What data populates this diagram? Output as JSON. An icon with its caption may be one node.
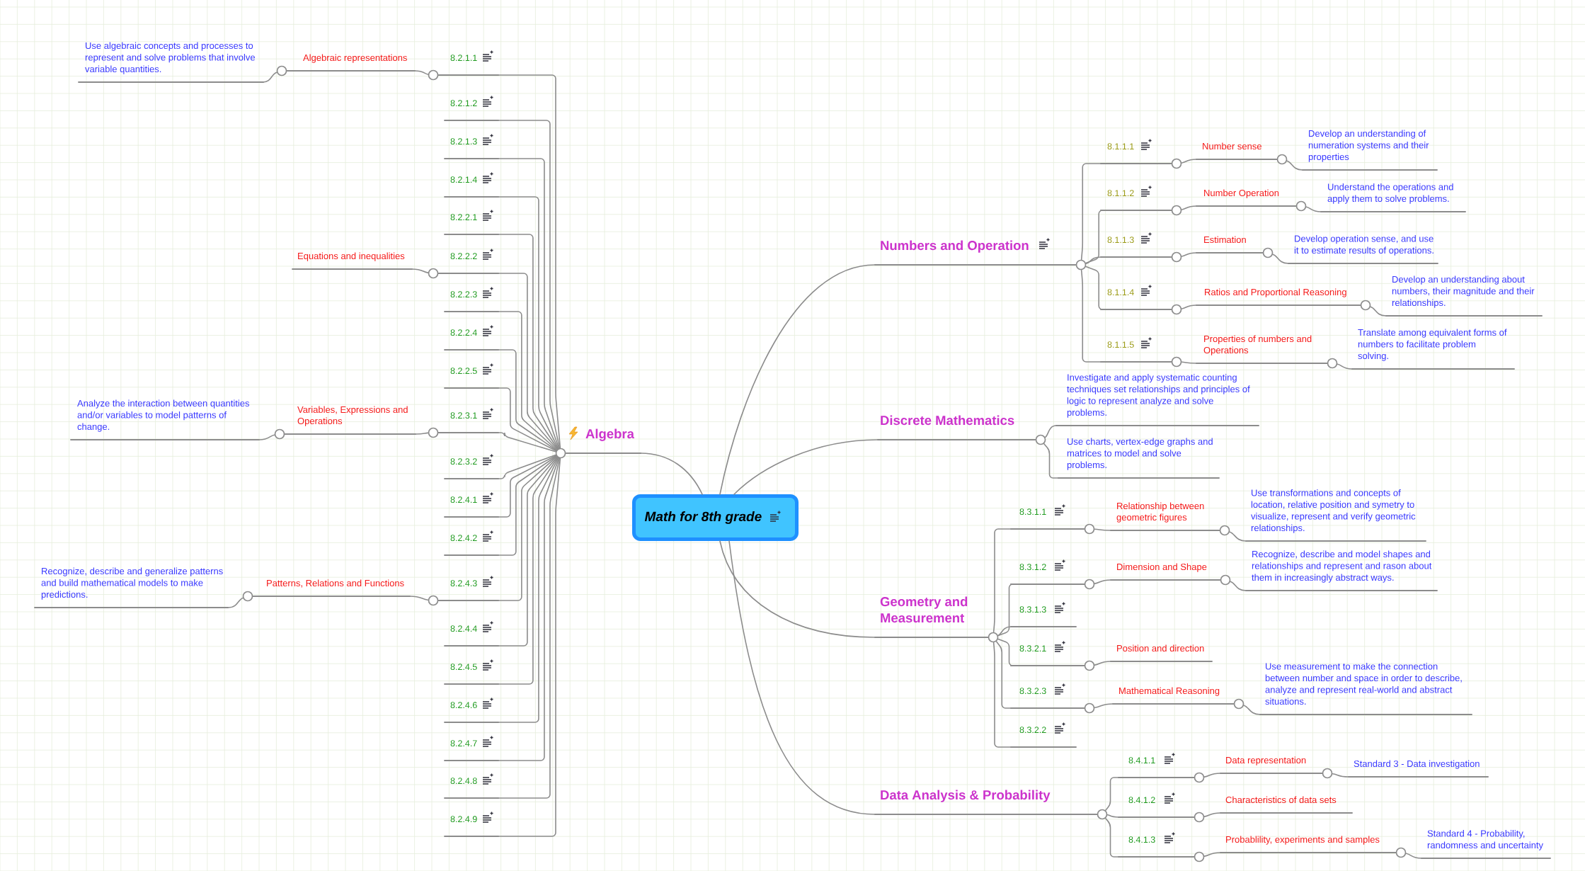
{
  "diagram": {
    "nodes": [
      {
        "text": [
          "Math for 8th grade"
        ]
      },
      {
        "text": [
          "Algebra"
        ]
      },
      {
        "text": [
          "8.2.1.1"
        ]
      },
      {
        "text": [
          "Algebraic representations"
        ]
      },
      {
        "text": [
          "Use algebraic concepts and processes to represent and solve problems that involve variable quantities."
        ]
      },
      {
        "text": [
          "8.2.1.2"
        ]
      },
      {
        "text": [
          "8.2.1.3"
        ]
      },
      {
        "text": [
          "8.2.1.4"
        ]
      },
      {
        "text": [
          "8.2.2.1"
        ]
      },
      {
        "text": [
          "8.2.2.2"
        ]
      },
      {
        "text": [
          "Equations and inequalities"
        ]
      },
      {
        "text": [
          "8.2.2.3"
        ]
      },
      {
        "text": [
          "8.2.2.4"
        ]
      },
      {
        "text": [
          "8.2.2.5"
        ]
      },
      {
        "text": [
          "8.2.3.1"
        ]
      },
      {
        "text": [
          "Variables, Expressions and Operations"
        ]
      },
      {
        "text": [
          "Analyze the interaction between quantities and/or variables to model patterns of change."
        ]
      },
      {
        "text": [
          "8.2.3.2"
        ]
      },
      {
        "text": [
          "8.2.4.1"
        ]
      },
      {
        "text": [
          "8.2.4.2"
        ]
      },
      {
        "text": [
          "8.2.4.3"
        ]
      },
      {
        "text": [
          "Patterns, Relations and Functions"
        ]
      },
      {
        "text": [
          "Recognize, describe and generalize patterns and build mathematical models to make predictions."
        ]
      },
      {
        "text": [
          "8.2.4.4"
        ]
      },
      {
        "text": [
          "8.2.4.5"
        ]
      },
      {
        "text": [
          "8.2.4.6"
        ]
      },
      {
        "text": [
          "8.2.4.7"
        ]
      },
      {
        "text": [
          "8.2.4.8"
        ]
      },
      {
        "text": [
          "8.2.4.9"
        ]
      },
      {
        "text": [
          "Numbers and Operation"
        ]
      },
      {
        "text": [
          "8.1.1.1"
        ]
      },
      {
        "text": [
          "Number sense"
        ]
      },
      {
        "text": [
          "Develop an understanding of numeration systems and their properties"
        ]
      },
      {
        "text": [
          "8.1.1.2"
        ]
      },
      {
        "text": [
          "Number Operation"
        ]
      },
      {
        "text": [
          "Understand the operations and apply them to solve problems."
        ]
      },
      {
        "text": [
          "8.1.1.3"
        ]
      },
      {
        "text": [
          "Estimation"
        ]
      },
      {
        "text": [
          "Develop operation sense, and use it to estimate results of operations."
        ]
      },
      {
        "text": [
          "8.1.1.4"
        ]
      },
      {
        "text": [
          "Ratios and Proportional Reasoning"
        ]
      },
      {
        "text": [
          "Develop an understanding about numbers, their magnitude and their relationships."
        ]
      },
      {
        "text": [
          "8.1.1.5"
        ]
      },
      {
        "text": [
          "Properties of numbers and Operations"
        ]
      },
      {
        "text": [
          "Translate among equivalent forms of numbers to facilitate problem solving."
        ]
      },
      {
        "text": [
          "Discrete Mathematics"
        ]
      },
      {
        "text": [
          "Investigate and apply systematic counting techniques set relationships and principles of logic to represent analyze and solve problems."
        ]
      },
      {
        "text": [
          "Use charts, vertex-edge graphs and matrices to model and solve problems."
        ]
      },
      {
        "text": [
          "Geometry and Measurement"
        ]
      },
      {
        "text": [
          "8.3.1.1"
        ]
      },
      {
        "text": [
          "Relationship between geometric figures"
        ]
      },
      {
        "text": [
          "Use transformations and concepts of location, relative position and symetry to visualize, represent and verify geometric relationships."
        ]
      },
      {
        "text": [
          "8.3.1.2"
        ]
      },
      {
        "text": [
          "Dimension and Shape"
        ]
      },
      {
        "text": [
          "Recognize, describe and model shapes and relationships and represent and rason about them in increasingly abstract ways."
        ]
      },
      {
        "text": [
          "8.3.1.3"
        ]
      },
      {
        "text": [
          "8.3.2.1"
        ]
      },
      {
        "text": [
          "Position and direction"
        ]
      },
      {
        "text": [
          "8.3.2.3"
        ]
      },
      {
        "text": [
          "Mathematical Reasoning"
        ]
      },
      {
        "text": [
          "Use measurement to make the connection between number and space in order to describe, analyze and represent real-world and abstract situations."
        ]
      },
      {
        "text": [
          "8.3.2.2"
        ]
      },
      {
        "text": [
          "Data Analysis & Probability"
        ]
      },
      {
        "text": [
          "8.4.1.1"
        ]
      },
      {
        "text": [
          "Data representation"
        ]
      },
      {
        "text": [
          "Standard 3 - Data investigation"
        ]
      },
      {
        "text": [
          "8.4.1.2"
        ]
      },
      {
        "text": [
          "Characteristics of data sets"
        ]
      },
      {
        "text": [
          "8.4.1.3"
        ]
      },
      {
        "text": [
          "Probablility, experiments and samples"
        ]
      },
      {
        "text": [
          "Standard 4 - Probability, randomness and uncertainty"
        ]
      }
    ],
    "edges": [
      {
        "from": 0,
        "to": 1,
        "arrow": "none"
      },
      {
        "from": 1,
        "to": 2,
        "arrow": "none"
      },
      {
        "from": 2,
        "to": 3,
        "arrow": "none"
      },
      {
        "from": 3,
        "to": 4,
        "arrow": "none"
      },
      {
        "from": 1,
        "to": 5,
        "arrow": "none"
      },
      {
        "from": 1,
        "to": 6,
        "arrow": "none"
      },
      {
        "from": 1,
        "to": 7,
        "arrow": "none"
      },
      {
        "from": 1,
        "to": 8,
        "arrow": "none"
      },
      {
        "from": 1,
        "to": 9,
        "arrow": "none"
      },
      {
        "from": 9,
        "to": 10,
        "arrow": "none"
      },
      {
        "from": 1,
        "to": 11,
        "arrow": "none"
      },
      {
        "from": 1,
        "to": 12,
        "arrow": "none"
      },
      {
        "from": 1,
        "to": 13,
        "arrow": "none"
      },
      {
        "from": 1,
        "to": 14,
        "arrow": "none"
      },
      {
        "from": 14,
        "to": 15,
        "arrow": "none"
      },
      {
        "from": 15,
        "to": 16,
        "arrow": "none"
      },
      {
        "from": 1,
        "to": 17,
        "arrow": "none"
      },
      {
        "from": 1,
        "to": 18,
        "arrow": "none"
      },
      {
        "from": 1,
        "to": 19,
        "arrow": "none"
      },
      {
        "from": 1,
        "to": 20,
        "arrow": "none"
      },
      {
        "from": 20,
        "to": 21,
        "arrow": "none"
      },
      {
        "from": 21,
        "to": 22,
        "arrow": "none"
      },
      {
        "from": 1,
        "to": 23,
        "arrow": "none"
      },
      {
        "from": 1,
        "to": 24,
        "arrow": "none"
      },
      {
        "from": 1,
        "to": 25,
        "arrow": "none"
      },
      {
        "from": 1,
        "to": 26,
        "arrow": "none"
      },
      {
        "from": 1,
        "to": 27,
        "arrow": "none"
      },
      {
        "from": 1,
        "to": 28,
        "arrow": "none"
      },
      {
        "from": 0,
        "to": 29,
        "arrow": "none"
      },
      {
        "from": 29,
        "to": 30,
        "arrow": "none"
      },
      {
        "from": 30,
        "to": 31,
        "arrow": "none"
      },
      {
        "from": 31,
        "to": 32,
        "arrow": "none"
      },
      {
        "from": 29,
        "to": 33,
        "arrow": "none"
      },
      {
        "from": 33,
        "to": 34,
        "arrow": "none"
      },
      {
        "from": 34,
        "to": 35,
        "arrow": "none"
      },
      {
        "from": 29,
        "to": 36,
        "arrow": "none"
      },
      {
        "from": 36,
        "to": 37,
        "arrow": "none"
      },
      {
        "from": 37,
        "to": 38,
        "arrow": "none"
      },
      {
        "from": 29,
        "to": 39,
        "arrow": "none"
      },
      {
        "from": 39,
        "to": 40,
        "arrow": "none"
      },
      {
        "from": 40,
        "to": 41,
        "arrow": "none"
      },
      {
        "from": 29,
        "to": 42,
        "arrow": "none"
      },
      {
        "from": 42,
        "to": 43,
        "arrow": "none"
      },
      {
        "from": 43,
        "to": 44,
        "arrow": "none"
      },
      {
        "from": 0,
        "to": 45,
        "arrow": "none"
      },
      {
        "from": 45,
        "to": 46,
        "arrow": "none"
      },
      {
        "from": 45,
        "to": 47,
        "arrow": "none"
      },
      {
        "from": 0,
        "to": 48,
        "arrow": "none"
      },
      {
        "from": 48,
        "to": 49,
        "arrow": "none"
      },
      {
        "from": 49,
        "to": 50,
        "arrow": "none"
      },
      {
        "from": 50,
        "to": 51,
        "arrow": "none"
      },
      {
        "from": 48,
        "to": 52,
        "arrow": "none"
      },
      {
        "from": 52,
        "to": 53,
        "arrow": "none"
      },
      {
        "from": 53,
        "to": 54,
        "arrow": "none"
      },
      {
        "from": 48,
        "to": 55,
        "arrow": "none"
      },
      {
        "from": 48,
        "to": 56,
        "arrow": "none"
      },
      {
        "from": 56,
        "to": 57,
        "arrow": "none"
      },
      {
        "from": 48,
        "to": 58,
        "arrow": "none"
      },
      {
        "from": 58,
        "to": 59,
        "arrow": "none"
      },
      {
        "from": 59,
        "to": 60,
        "arrow": "none"
      },
      {
        "from": 48,
        "to": 61,
        "arrow": "none"
      },
      {
        "from": 0,
        "to": 62,
        "arrow": "none"
      },
      {
        "from": 62,
        "to": 63,
        "arrow": "none"
      },
      {
        "from": 63,
        "to": 64,
        "arrow": "none"
      },
      {
        "from": 64,
        "to": 65,
        "arrow": "none"
      },
      {
        "from": 62,
        "to": 66,
        "arrow": "none"
      },
      {
        "from": 66,
        "to": 67,
        "arrow": "none"
      },
      {
        "from": 62,
        "to": 68,
        "arrow": "none"
      },
      {
        "from": 68,
        "to": 69,
        "arrow": "none"
      },
      {
        "from": 69,
        "to": 70,
        "arrow": "none"
      }
    ]
  }
}
